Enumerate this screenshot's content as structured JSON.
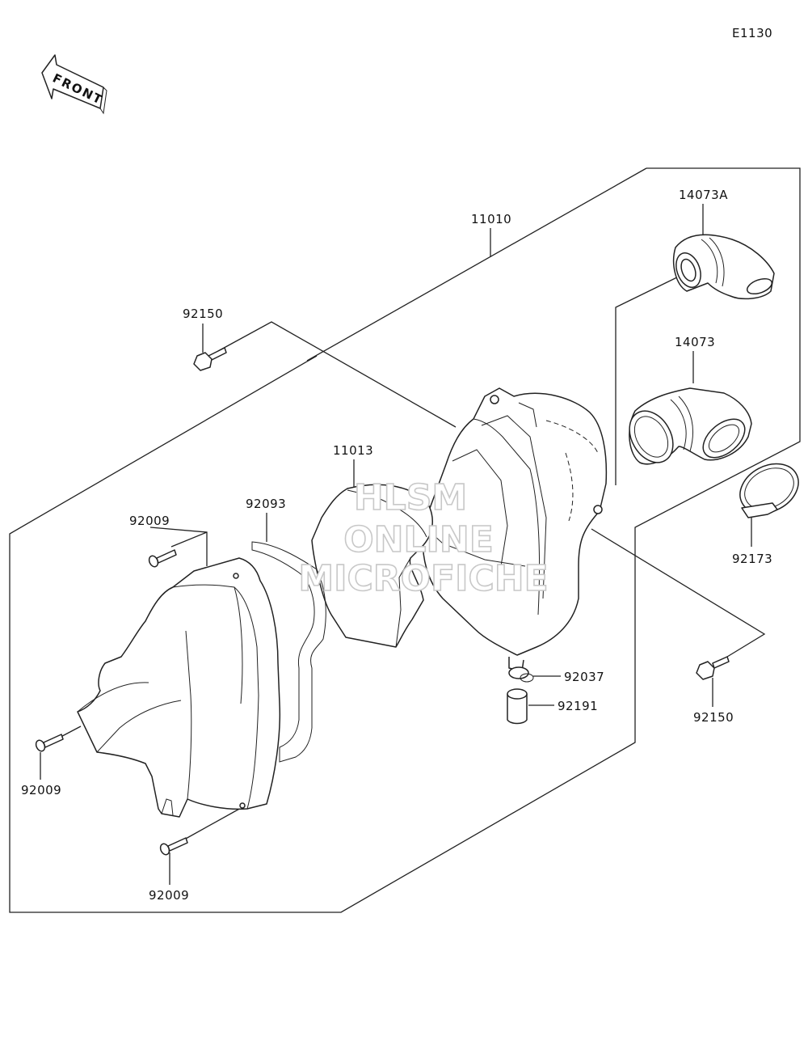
{
  "diagram_code": "E1130",
  "front_label": "FRONT",
  "watermark": [
    "HLSM",
    "ONLINE",
    "MICROFICHE"
  ],
  "parts": {
    "air_cleaner_assy": "11010",
    "elbow_a": "14073A",
    "duct": "14073",
    "bolt_top": "92150",
    "bolt_right": "92150",
    "element": "11013",
    "gasket": "92093",
    "screw_top": "92009",
    "screw_left": "92009",
    "screw_bottom": "92009",
    "clamp": "92173",
    "o_ring": "92037",
    "drain_cap": "92191"
  }
}
